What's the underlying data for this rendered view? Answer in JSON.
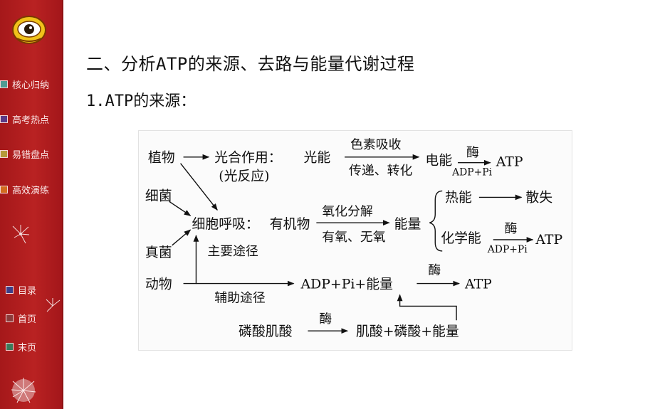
{
  "sidebar": {
    "nav": [
      {
        "label": "核心归纳",
        "box_color": "#4f9c93"
      },
      {
        "label": "高考热点",
        "box_color": "#5a3a86"
      },
      {
        "label": "易错盘点",
        "box_color": "#b59a3a"
      },
      {
        "label": "高效演练",
        "box_color": "#d26b1f"
      }
    ],
    "sub": [
      {
        "label": "目录"
      },
      {
        "label": "首页"
      },
      {
        "label": "末页"
      }
    ]
  },
  "content": {
    "title": "二、分析ATP的来源、去路与能量代谢过程",
    "subtitle": "1.ATP的来源："
  },
  "diagram": {
    "nodes": {
      "plant": "植物",
      "bacteria": "细菌",
      "fungi": "真菌",
      "animal": "动物",
      "photosynthesis": "光合作用：",
      "light_reaction": "(光反应)",
      "light_energy": "光能",
      "pigment_absorb": "色素吸收",
      "transfer_convert": "传递、转化",
      "electric_energy": "电能",
      "enzyme_1": "酶",
      "adp_pi_1": "ADP+Pi",
      "atp_1": "ATP",
      "respiration": "细胞呼吸：",
      "organic_matter": "有机物",
      "oxidative_decomp": "氧化分解",
      "aerobic_anaerobic": "有氧、无氧",
      "energy": "能量",
      "heat_energy": "热能",
      "dissipate": "散失",
      "chemical_energy": "化学能",
      "enzyme_2": "酶",
      "adp_pi_2": "ADP+Pi",
      "atp_2": "ATP",
      "main_pathway": "主要途径",
      "aux_pathway": "辅助途径",
      "adp_pi_energy": "ADP+Pi+能量",
      "enzyme_3": "酶",
      "atp_3": "ATP",
      "phosphocreatine": "磷酸肌酸",
      "enzyme_4": "酶",
      "creatine_products": "肌酸+磷酸+能量"
    }
  }
}
